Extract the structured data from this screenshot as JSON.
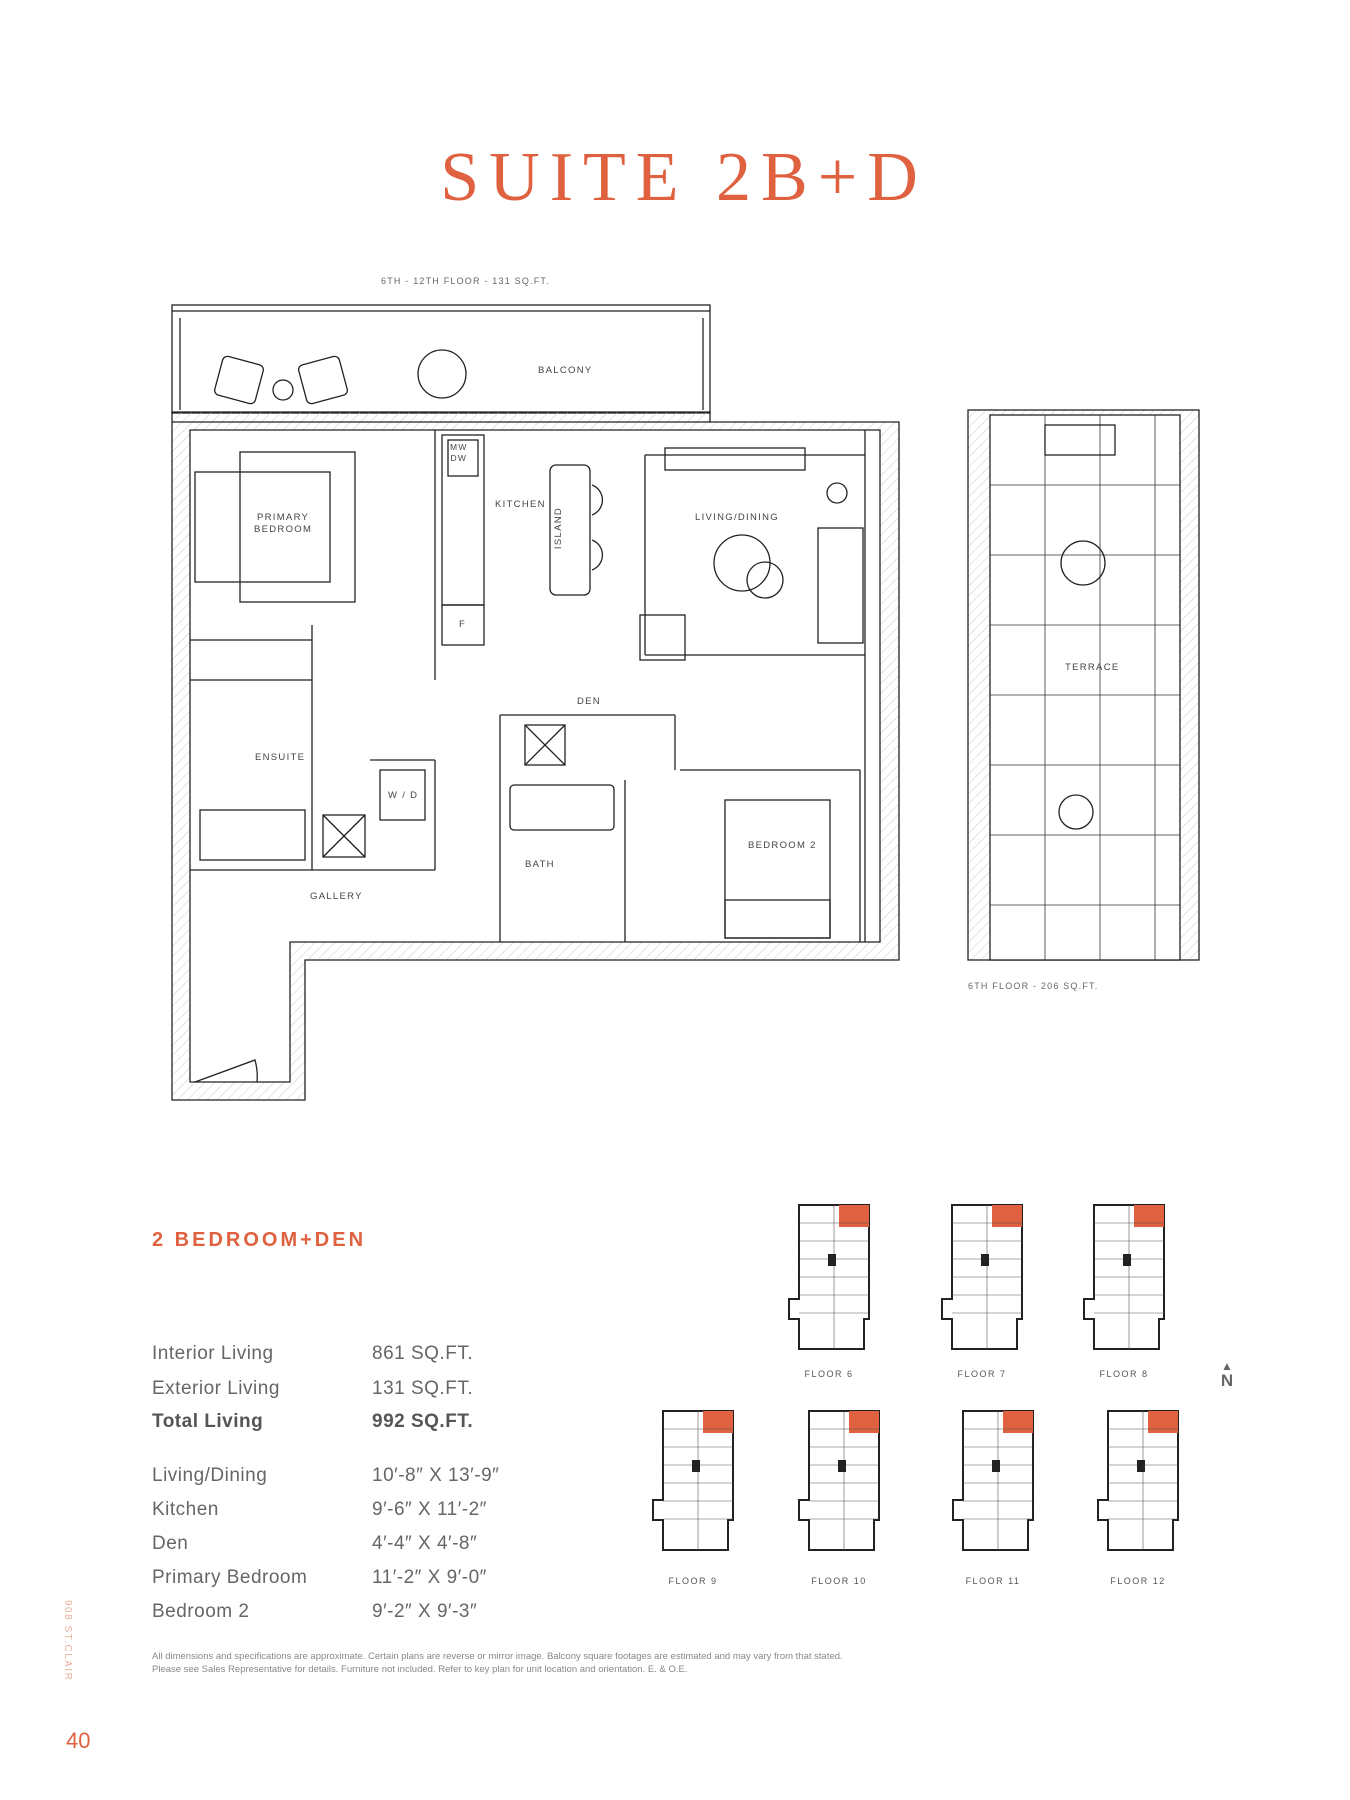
{
  "title": "SUITE 2B+D",
  "plan": {
    "balcony_note": "6TH - 12TH FLOOR - 131 SQ.FT.",
    "terrace_note": "6TH FLOOR - 206 SQ.FT.",
    "rooms": {
      "balcony": "BALCONY",
      "primary_bedroom_1": "PRIMARY",
      "primary_bedroom_2": "BEDROOM",
      "kitchen": "KITCHEN",
      "island": "ISLAND",
      "mw": "MW",
      "dw": "DW",
      "fridge": "F",
      "living_dining": "LIVING/DINING",
      "den": "DEN",
      "ensuite": "ENSUITE",
      "wd": "W / D",
      "bath": "BATH",
      "bedroom_2": "BEDROOM 2",
      "gallery": "GALLERY",
      "terrace": "TERRACE"
    }
  },
  "suite_type": "2 BEDROOM+DEN",
  "areas": [
    {
      "label": "Interior Living",
      "value": "861 SQ.FT."
    },
    {
      "label": "Exterior Living",
      "value": "131 SQ.FT."
    },
    {
      "label": "Total Living",
      "value": "992 SQ.FT."
    }
  ],
  "dimensions": [
    {
      "label": "Living/Dining",
      "value": "10′-8″ X 13′-9″"
    },
    {
      "label": "Kitchen",
      "value": "9′-6″ X 11′-2″"
    },
    {
      "label": "Den",
      "value": "4′-4″ X 4′-8″"
    },
    {
      "label": "Primary Bedroom",
      "value": "11′-2″ X 9′-0″"
    },
    {
      "label": "Bedroom 2",
      "value": "9′-2″ X 9′-3″"
    }
  ],
  "key_plans": [
    {
      "label": "FLOOR 6"
    },
    {
      "label": "FLOOR 7"
    },
    {
      "label": "FLOOR 8"
    },
    {
      "label": "FLOOR 9"
    },
    {
      "label": "FLOOR 10"
    },
    {
      "label": "FLOOR 11"
    },
    {
      "label": "FLOOR 12"
    }
  ],
  "north_label": "N",
  "disclaimer": "All dimensions and specifications are approximate. Certain plans are reverse or mirror image. Balcony square footages are estimated and may vary from that stated. Please see Sales Representative for details. Furniture not included. Refer to key plan for unit location and orientation. E. & O.E.",
  "side_text": "908 ST.CLAIR",
  "page_number": "40",
  "colors": {
    "accent": "#e0613f",
    "text": "#555555"
  }
}
